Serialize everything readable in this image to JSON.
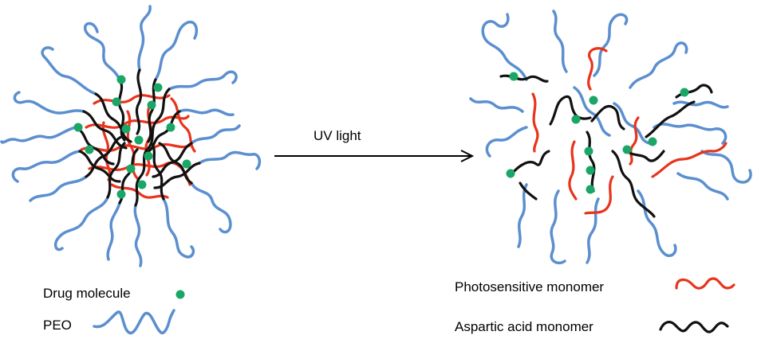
{
  "labels": {
    "arrow": "UV light",
    "drug": "Drug molecule",
    "peo": "PEO",
    "photo": "Photosensitive monomer",
    "aspartic": "Aspartic acid monomer"
  },
  "icons": {
    "drug": "drug-molecule-dot-icon",
    "peo": "peo-wavy-chain-icon",
    "photo": "photosensitive-monomer-chain-icon",
    "aspartic": "aspartic-acid-monomer-chain-icon"
  },
  "colors": {
    "peo": "#5b8fd0",
    "photosensitive": "#e8341c",
    "aspartic": "#111111",
    "drug": "#1aa666",
    "text": "#000000"
  }
}
